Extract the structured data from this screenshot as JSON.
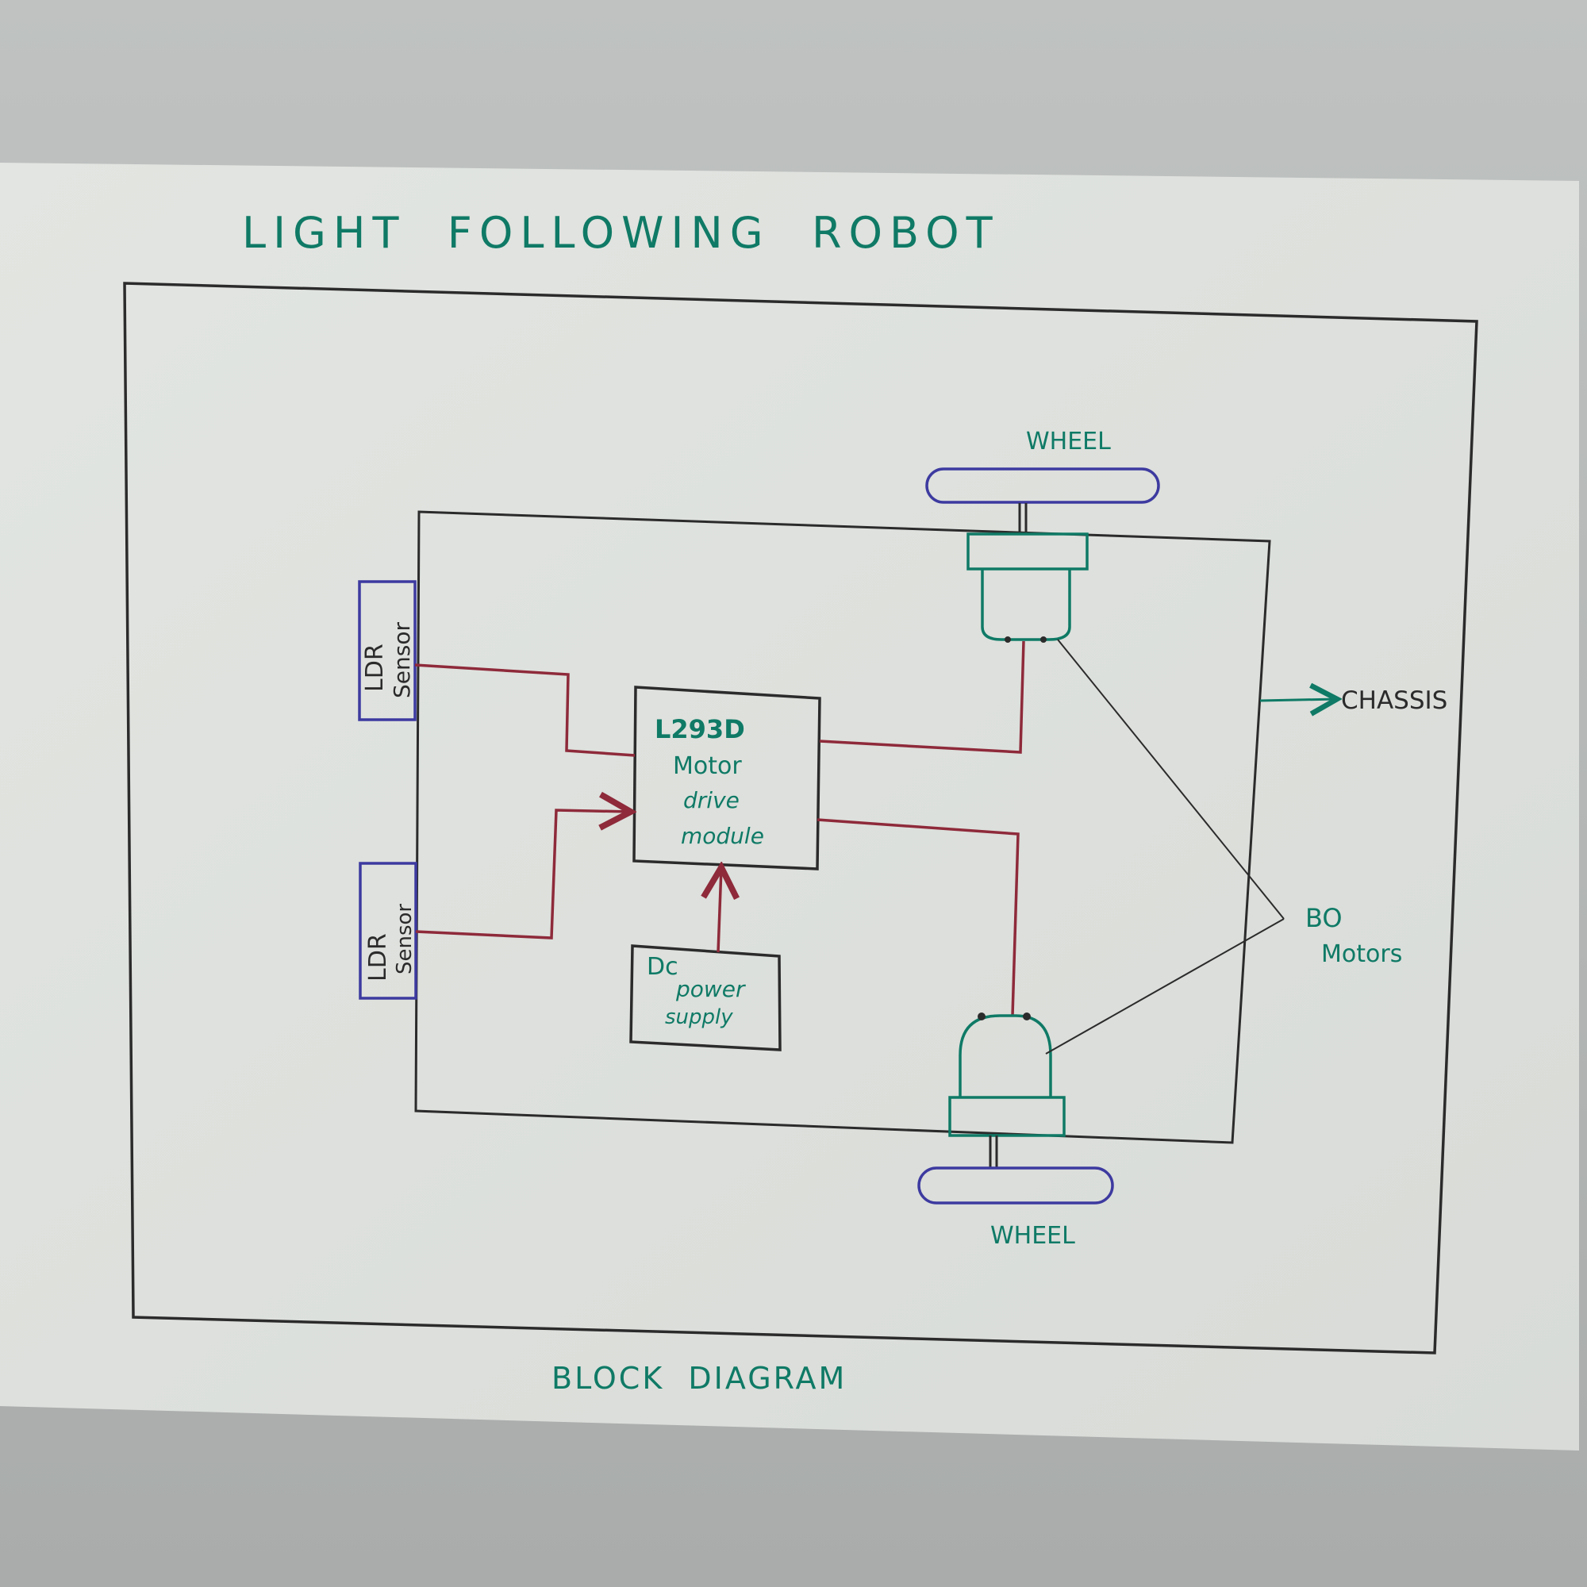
{
  "diagram": {
    "title": "LIGHT  FOLLOWING  ROBOT",
    "caption": "BLOCK  DIAGRAM",
    "chassis_label": "CHASSIS",
    "motors_label_line1": "BO",
    "motors_label_line2": "Motors",
    "top_wheel_label": "WHEEL",
    "bottom_wheel_label": "WHEEL",
    "ldr_top": {
      "line1": "LDR",
      "line2": "Sensor"
    },
    "ldr_bottom": {
      "line1": "LDR",
      "line2": "Sensor"
    },
    "driver": {
      "line1": "L293D",
      "line2": "Motor",
      "line3": "drive",
      "line4": "module"
    },
    "power": {
      "line1": "Dc",
      "line2": "power",
      "line3": "supply"
    }
  },
  "colors": {
    "ink_black": "#2b2b2b",
    "ink_teal": "#0f7a66",
    "ink_red": "#8e2a3a",
    "ink_blue": "#3d3aa0",
    "paper": "#dcdfdb",
    "background": "#b9bcbb"
  }
}
